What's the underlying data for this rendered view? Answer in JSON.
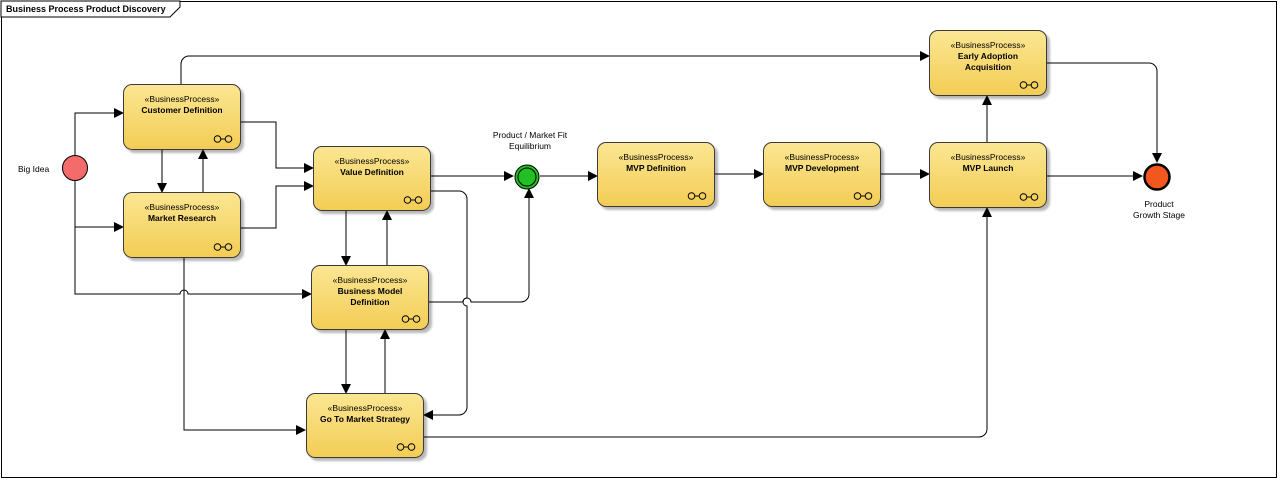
{
  "frame": {
    "title": "Business Process Product Discovery"
  },
  "stereotype": "«BusinessProcess»",
  "start_event": {
    "label": "Big Idea",
    "color": "#f46b6b"
  },
  "gateway": {
    "label_line1": "Product / Market Fit",
    "label_line2": "Equilibrium",
    "color": "#22c022"
  },
  "end_event": {
    "label_line1": "Product",
    "label_line2": "Growth Stage",
    "color": "#f2581d"
  },
  "nodes": {
    "customer_definition": {
      "line1": "Customer Definition",
      "line2": ""
    },
    "market_research": {
      "line1": "Market Research",
      "line2": ""
    },
    "value_definition": {
      "line1": "Value Definition",
      "line2": ""
    },
    "business_model": {
      "line1": "Business Model",
      "line2": "Definition"
    },
    "go_to_market": {
      "line1": "Go To Market Strategy",
      "line2": ""
    },
    "mvp_definition": {
      "line1": "MVP Definition",
      "line2": ""
    },
    "mvp_development": {
      "line1": "MVP Development",
      "line2": ""
    },
    "mvp_launch": {
      "line1": "MVP Launch",
      "line2": ""
    },
    "early_adoption": {
      "line1": "Early Adoption",
      "line2": "Acquisition"
    }
  },
  "colors": {
    "node_fill_top": "#fbe692",
    "node_fill_bottom": "#f3cd55",
    "connector": "#000000"
  }
}
